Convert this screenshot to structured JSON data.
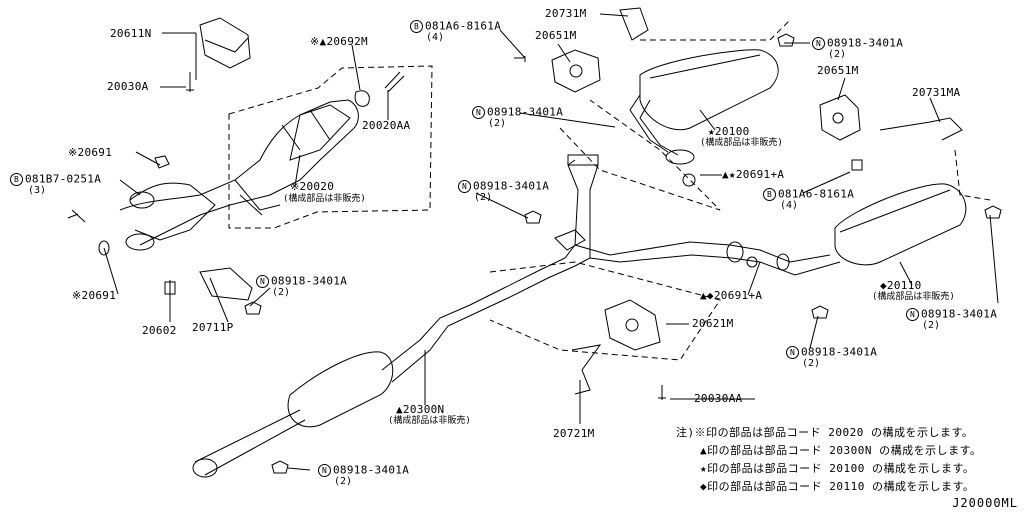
{
  "callouts": {
    "p20611N": "20611N",
    "p20030A": "20030A",
    "p20692M": "※▲20692M",
    "p20020AA": "20020AA",
    "p20691_top": "※20691",
    "p081B7": "081B7-0251A",
    "p081B7_qty": "(3)",
    "p20020": "※20020",
    "p20020_sub": "(構成部品は非販売)",
    "p20691_bot": "※20691",
    "p08918_left": "08918-3401A",
    "p08918_left_qty": "(2)",
    "p20602": "20602",
    "p20711P": "20711P",
    "p081A6_top": "081A6-8161A",
    "p081A6_top_qty": "(4)",
    "p20731M": "20731M",
    "p20651M_top": "20651M",
    "p08918_topright": "08918-3401A",
    "p08918_topright_qty": "(2)",
    "p08918_mid": "08918-3401A",
    "p08918_mid_qty": "(2)",
    "p20100": "★20100",
    "p20100_sub": "(構成部品は非販売)",
    "p20651M_right": "20651M",
    "p20731MA": "20731MA",
    "p20691A_top": "▲★20691+A",
    "p081A6_right": "081A6-8161A",
    "p081A6_right_qty": "(4)",
    "p08918_center": "08918-3401A",
    "p08918_center_qty": "(2)",
    "p20110": "◆20110",
    "p20110_sub": "(構成部品は非販売)",
    "p20691A_bot": "▲◆20691+A",
    "p08918_farright": "08918-3401A",
    "p08918_farright_qty": "(2)",
    "p20621M": "20621M",
    "p08918_lowmid": "08918-3401A",
    "p08918_lowmid_qty": "(2)",
    "p20300N": "▲20300N",
    "p20300N_sub": "(構成部品は非販売)",
    "p20030AA": "20030AA",
    "p20721M": "20721M",
    "p08918_bottom": "08918-3401A",
    "p08918_bottom_qty": "(2)"
  },
  "badges": {
    "bolt": "B",
    "nut": "N"
  },
  "notes": {
    "line1": "注)※印の部品は部品コード 20020 の構成を示します。",
    "line2": "▲印の部品は部品コード 20300N の構成を示します。",
    "line3": "★印の部品は部品コード 20100 の構成を示します。",
    "line4": "◆印の部品は部品コード 20110 の構成を示します。"
  },
  "diagram_code": "J20000ML"
}
